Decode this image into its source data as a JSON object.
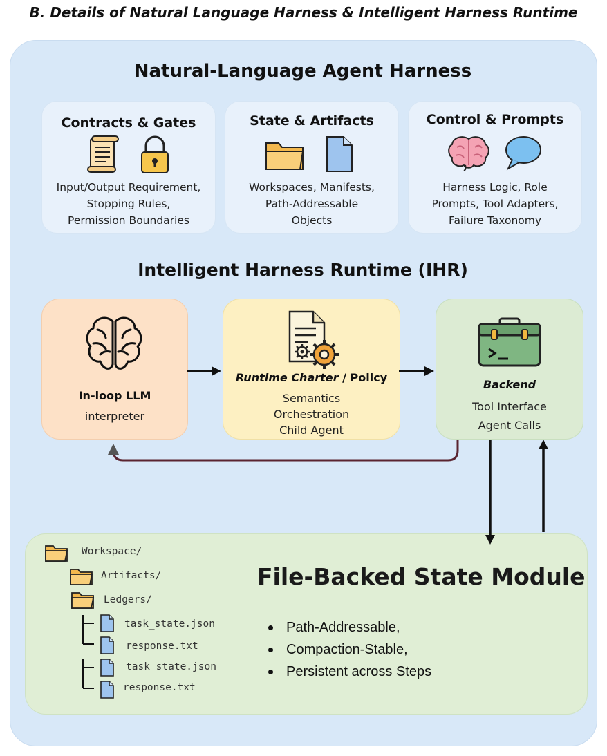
{
  "figure_title": "B. Details of Natural Language Harness & Intelligent Harness Runtime",
  "harness": {
    "title": "Natural-Language Agent Harness",
    "cards": [
      {
        "title": "Contracts & Gates",
        "lines": [
          "Input/Output Requirement,",
          "Stopping Rules,",
          "Permission Boundaries"
        ],
        "icons": [
          "scroll-icon",
          "lock-icon"
        ]
      },
      {
        "title": "State & Artifacts",
        "lines": [
          "Workspaces, Manifests,",
          "Path-Addressable",
          "Objects"
        ],
        "icons": [
          "folder-icon",
          "document-icon"
        ]
      },
      {
        "title": "Control & Prompts",
        "lines": [
          "Harness Logic, Role",
          "Prompts, Tool Adapters,",
          "Failure Taxonomy"
        ],
        "icons": [
          "brain-icon",
          "speech-bubble-icon"
        ]
      }
    ]
  },
  "runtime": {
    "title": "Intelligent Harness Runtime (IHR)",
    "llm": {
      "title": "In-loop LLM",
      "subtitle": "interpreter",
      "icon": "brain-outline-icon"
    },
    "charter": {
      "title_italic": "Runtime Charter",
      "title_rest": " / Policy",
      "lines": [
        "Semantics",
        "Orchestration",
        "Child Agent"
      ],
      "icon": "document-gear-icon"
    },
    "backend": {
      "title": "Backend",
      "lines": [
        "Tool Interface",
        "Agent Calls"
      ],
      "icon": "toolbox-terminal-icon"
    }
  },
  "file_state": {
    "title": "File-Backed State Module",
    "bullets": [
      "Path-Addressable,",
      "Compaction-Stable,",
      "Persistent across Steps"
    ],
    "tree": {
      "root": "Workspace/",
      "artifacts": "Artifacts/",
      "ledgers": "Ledgers/",
      "files": [
        "task_state.json",
        "response.txt",
        "task_state.json",
        "response.txt"
      ]
    }
  },
  "colors": {
    "outer_panel": "#d8e8f8",
    "card": "#e8f1fb",
    "llm_box": "#fde1c7",
    "charter_box": "#fdf0c2",
    "backend_box": "#dcebd3",
    "file_box": "#e0eed5",
    "folder": "#f6c56a",
    "file_icon": "#9ec4ee"
  }
}
